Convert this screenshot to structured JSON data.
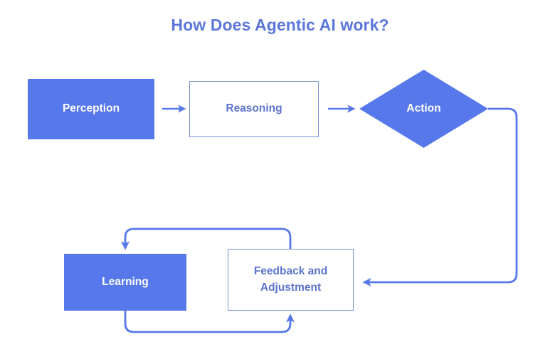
{
  "diagram": {
    "title": "How Does Agentic AI work?",
    "colors": {
      "accent_fill": "#5778ea",
      "outline_stroke": "#7b92d4",
      "outline_text": "#5b73cc",
      "title_text": "#5b77da",
      "edge_stroke": "#5778ea",
      "filled_text": "#ffffff",
      "background": "#ffffff"
    },
    "nodes": [
      {
        "id": "perception",
        "label": "Perception",
        "shape": "rectangle",
        "style": "filled"
      },
      {
        "id": "reasoning",
        "label": "Reasoning",
        "shape": "rectangle",
        "style": "outlined"
      },
      {
        "id": "action",
        "label": "Action",
        "shape": "diamond",
        "style": "filled"
      },
      {
        "id": "learning",
        "label": "Learning",
        "shape": "rectangle",
        "style": "filled"
      },
      {
        "id": "feedback",
        "label": "Feedback and\nAdjustment",
        "shape": "rectangle",
        "style": "outlined"
      }
    ],
    "edges": [
      {
        "id": "perception-to-reasoning",
        "from": "perception",
        "to": "reasoning",
        "arrow": "end"
      },
      {
        "id": "reasoning-to-action",
        "from": "reasoning",
        "to": "action",
        "arrow": "end"
      },
      {
        "id": "action-to-feedback",
        "from": "action",
        "to": "feedback",
        "arrow": "end"
      },
      {
        "id": "feedback-to-learning",
        "from": "feedback",
        "to": "learning",
        "arrow": "end"
      },
      {
        "id": "learning-to-feedback",
        "from": "learning",
        "to": "feedback",
        "arrow": "end"
      }
    ]
  }
}
